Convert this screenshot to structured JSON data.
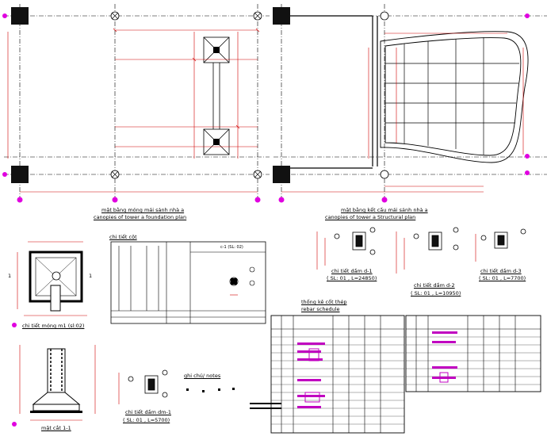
{
  "titles": {
    "foundation_plan_vn": "mặt bằng móng mái sảnh nhà a",
    "foundation_plan_en": "canopies of tower a foundation plan",
    "structural_plan_vn": "mặt bằng kết cấu mái sảnh nhà a",
    "structural_plan_en": "canopies of tower a Structural plan",
    "column_detail": "chi tiết cột",
    "footing_detail": "chi tiết móng m1 (sl:02)",
    "section_1_1": "mặt cắt 1-1",
    "beam_d1": "chi tiết dầm d-1",
    "beam_d1_info": "( SL: 01 , L=24850)",
    "beam_d2": "chi tiết dầm d-2",
    "beam_d2_info": "( SL: 01 , L=10950)",
    "beam_d3": "chi tiết dầm d-3",
    "beam_d3_info": "( SL: 01 , L=7700)",
    "beam_dm1": "chi tiết dầm dm-1",
    "beam_dm1_info": "( SL: 01 , L=5700)",
    "rebar_schedule_vn": "thống kê cốt thép",
    "rebar_schedule_en": "rebar schedule",
    "notes": "ghi chú/ notes",
    "section_mark_left": "1",
    "section_mark_right": "1",
    "col_table_tag": "c-1 (SL: 02)"
  },
  "colors": {
    "line": "#000000",
    "dimension": "#d00000",
    "grid_bubble": "#e000e0",
    "highlight": "#c000c0"
  }
}
